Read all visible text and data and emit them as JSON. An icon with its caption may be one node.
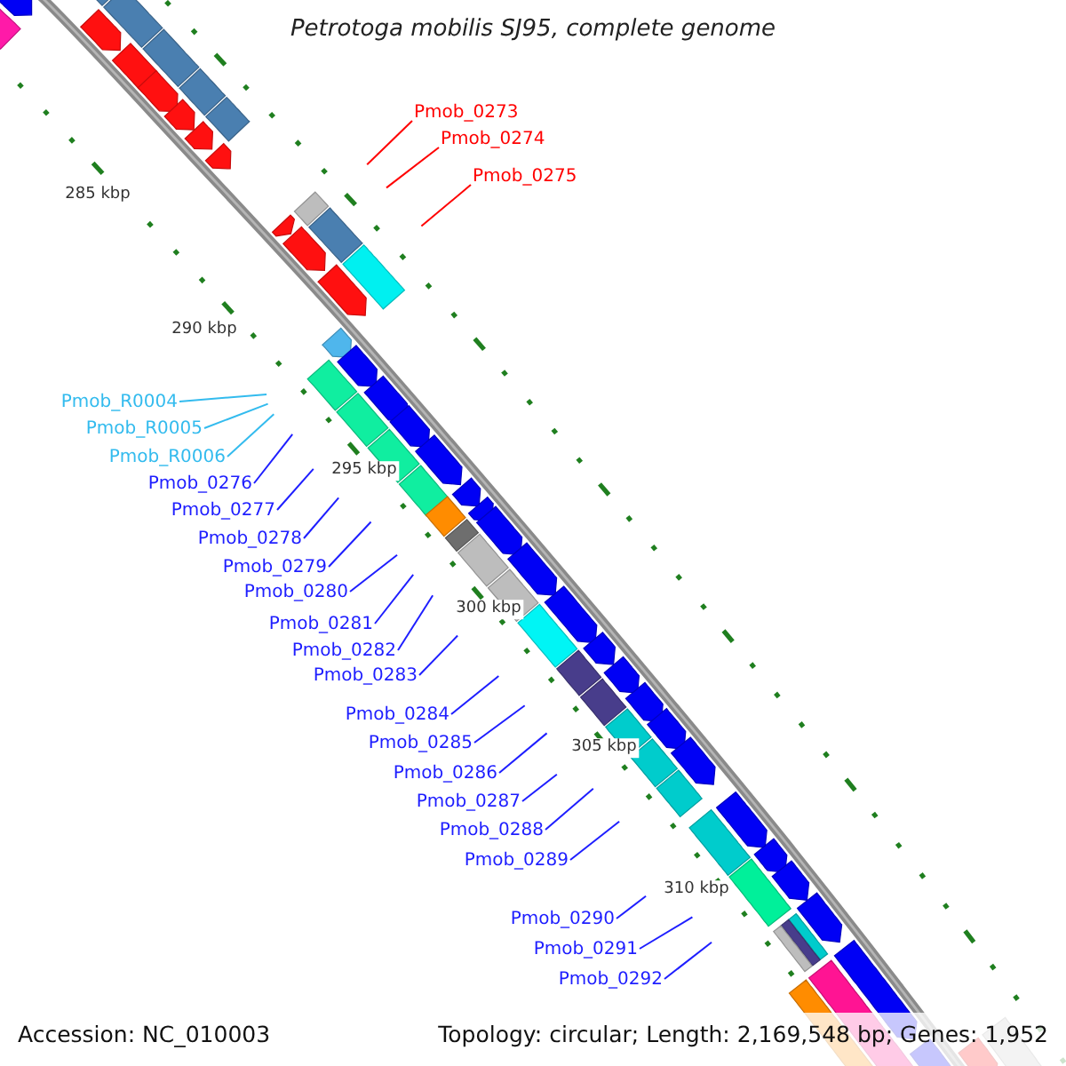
{
  "diagram": {
    "title": "Petrotoga mobilis SJ95, complete genome",
    "nodes": [
      {
        "text": [
          "Pmob_0273"
        ]
      },
      {
        "text": [
          "Pmob_0274"
        ]
      },
      {
        "text": [
          "Pmob_0275"
        ]
      },
      {
        "text": [
          "Pmob_R0004"
        ]
      },
      {
        "text": [
          "Pmob_R0005"
        ]
      },
      {
        "text": [
          "Pmob_R0006"
        ]
      },
      {
        "text": [
          "Pmob_0276"
        ]
      },
      {
        "text": [
          "Pmob_0277"
        ]
      },
      {
        "text": [
          "Pmob_0278"
        ]
      },
      {
        "text": [
          "Pmob_0279"
        ]
      },
      {
        "text": [
          "Pmob_0280"
        ]
      },
      {
        "text": [
          "Pmob_0281"
        ]
      },
      {
        "text": [
          "Pmob_0282"
        ]
      },
      {
        "text": [
          "Pmob_0283"
        ]
      },
      {
        "text": [
          "Pmob_0284"
        ]
      },
      {
        "text": [
          "Pmob_0285"
        ]
      },
      {
        "text": [
          "Pmob_0286"
        ]
      },
      {
        "text": [
          "Pmob_0287"
        ]
      },
      {
        "text": [
          "Pmob_0288"
        ]
      },
      {
        "text": [
          "Pmob_0289"
        ]
      },
      {
        "text": [
          "Pmob_0290"
        ]
      },
      {
        "text": [
          "Pmob_0291"
        ]
      },
      {
        "text": [
          "Pmob_0292"
        ]
      }
    ],
    "edges": [
      {
        "from": 0,
        "to": null,
        "arrow": "none",
        "color": "#ff0000"
      },
      {
        "from": 1,
        "to": null,
        "arrow": "none",
        "color": "#ff0000"
      },
      {
        "from": 2,
        "to": null,
        "arrow": "none",
        "color": "#ff0000"
      },
      {
        "from": 3,
        "to": null,
        "arrow": "none",
        "color": "#33bbee"
      },
      {
        "from": 4,
        "to": null,
        "arrow": "none",
        "color": "#33bbee"
      },
      {
        "from": 5,
        "to": null,
        "arrow": "none",
        "color": "#33bbee"
      },
      {
        "from": 6,
        "to": null,
        "arrow": "none"
      },
      {
        "from": 7,
        "to": null,
        "arrow": "none"
      },
      {
        "from": 8,
        "to": null,
        "arrow": "none"
      },
      {
        "from": 9,
        "to": null,
        "arrow": "none"
      },
      {
        "from": 10,
        "to": null,
        "arrow": "none"
      },
      {
        "from": 11,
        "to": null,
        "arrow": "none"
      },
      {
        "from": 12,
        "to": null,
        "arrow": "none"
      },
      {
        "from": 13,
        "to": null,
        "arrow": "none"
      },
      {
        "from": 14,
        "to": null,
        "arrow": "none"
      },
      {
        "from": 15,
        "to": null,
        "arrow": "none"
      },
      {
        "from": 16,
        "to": null,
        "arrow": "none"
      },
      {
        "from": 17,
        "to": null,
        "arrow": "none"
      },
      {
        "from": 18,
        "to": null,
        "arrow": "none"
      },
      {
        "from": 19,
        "to": null,
        "arrow": "none"
      },
      {
        "from": 20,
        "to": null,
        "arrow": "none"
      },
      {
        "from": 21,
        "to": null,
        "arrow": "none"
      },
      {
        "from": 22,
        "to": null,
        "arrow": "none"
      }
    ],
    "labels": [
      "285 kbp",
      "290 kbp",
      "295 kbp",
      "300 kbp",
      "305 kbp",
      "310 kbp",
      "Accession: NC_010003",
      "Topology: circular; Length: 2,169,548 bp; Genes: 1,952"
    ]
  }
}
